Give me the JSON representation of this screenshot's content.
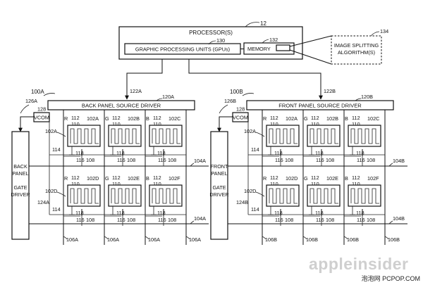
{
  "processor": {
    "ref": "12",
    "label": "PROCESSOR(S)"
  },
  "gpu": {
    "ref": "130",
    "label": "GRAPHIC PROCESSING UNITS (GPUs)"
  },
  "memory": {
    "ref": "132",
    "label": "MEMORY"
  },
  "algorithm": {
    "ref": "134",
    "line1": "IMAGE SPLITTING",
    "line2": "ALGORITHM(S)"
  },
  "panels": [
    {
      "ref": "100A",
      "bus_ref": "122A",
      "source_ref": "120A",
      "source_label": "BACK PANEL SOURCE DRIVER",
      "vcom_ref": "128",
      "vcom_label": "VCOM",
      "gate_ref": "126A",
      "gate_label": [
        "BACK",
        "PANEL",
        "",
        "GATE",
        "DRIVER"
      ],
      "gate_label_ref": "124A",
      "row_ref": "104A",
      "col_ref": "106A",
      "rows": [
        {
          "ref": "102A",
          "pixels": [
            {
              "color": "R",
              "ref": "102A"
            },
            {
              "color": "G",
              "ref": "102B"
            },
            {
              "color": "B",
              "ref": "102C"
            }
          ]
        },
        {
          "ref": "102D",
          "pixels": [
            {
              "color": "R",
              "ref": "102D"
            },
            {
              "color": "G",
              "ref": "102E"
            },
            {
              "color": "B",
              "ref": "102F"
            }
          ]
        }
      ]
    },
    {
      "ref": "100B",
      "bus_ref": "122B",
      "source_ref": "120B",
      "source_label": "FRONT PANEL SOURCE DRIVER",
      "vcom_ref": "128",
      "vcom_label": "VCOM",
      "gate_ref": "126B",
      "gate_label": [
        "FRONT",
        "PANEL",
        "",
        "GATE",
        "DRIVER"
      ],
      "gate_label_ref": "124B",
      "row_ref": "104B",
      "col_ref": "106B",
      "rows": [
        {
          "ref": "102A",
          "pixels": [
            {
              "color": "R",
              "ref": "102A"
            },
            {
              "color": "G",
              "ref": "102B"
            },
            {
              "color": "B",
              "ref": "102C"
            }
          ]
        },
        {
          "ref": "102D",
          "pixels": [
            {
              "color": "R",
              "ref": "102D"
            },
            {
              "color": "G",
              "ref": "102E"
            },
            {
              "color": "B",
              "ref": "102F"
            }
          ]
        }
      ]
    }
  ],
  "cell_refs": {
    "r112": "112",
    "r110": "110",
    "r114": "114",
    "r116": "116",
    "r118": "118",
    "r108": "108"
  },
  "watermark": "appleinsider",
  "site_credit": "泡泡网 PCPOP.COM"
}
